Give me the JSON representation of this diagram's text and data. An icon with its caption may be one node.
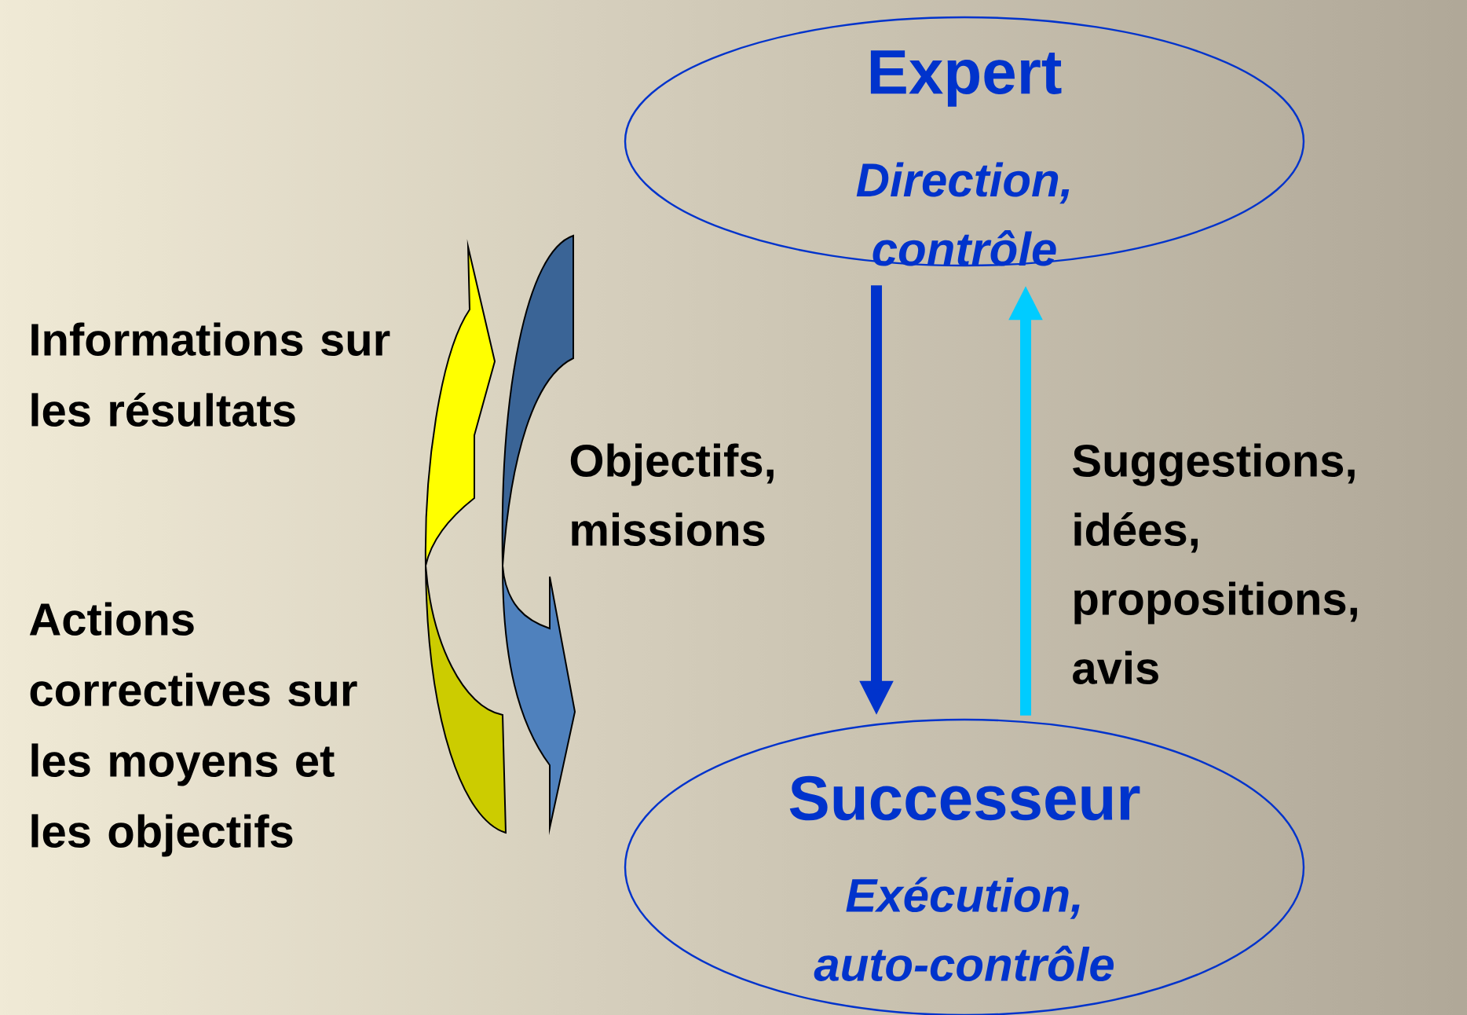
{
  "diagram": {
    "nodes": [
      {
        "text": [
          "Expert",
          "Direction, contrôle"
        ]
      },
      {
        "text": [
          "Successeur",
          "Exécution, auto-contrôle"
        ]
      }
    ],
    "edges": [
      {
        "from": 0,
        "to": 1,
        "arrow": "to",
        "label": "Objectifs, missions",
        "color": "#0033cc"
      },
      {
        "from": 1,
        "to": 0,
        "arrow": "to",
        "label": "Suggestions, idées, propositions, avis",
        "color": "#00ccff"
      }
    ],
    "labels": [
      "Informations sur les résultats",
      "Actions correctives sur les moyens et les objectifs"
    ]
  }
}
